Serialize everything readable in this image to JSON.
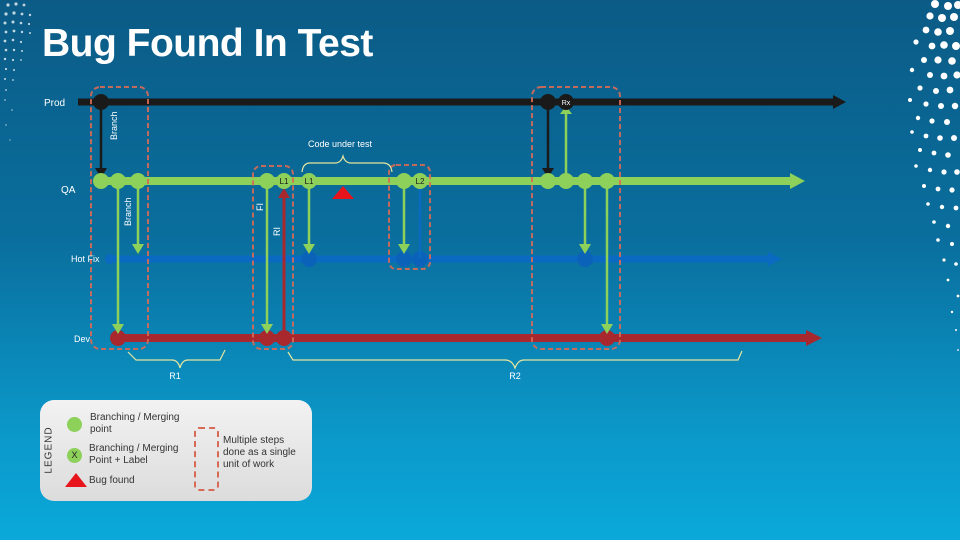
{
  "title": "Bug Found In Test",
  "colors": {
    "background_top": "#0b5b86",
    "background_bottom": "#0aa9da",
    "prod_line": "#1a1a1a",
    "qa_line": "#8dd05a",
    "hotfix_line": "#0a6ac2",
    "dev_line": "#a8282e",
    "bug_marker": "#e8141c",
    "group_box": "#d86a55",
    "brace": "#e6e6a0"
  },
  "lanes": [
    {
      "id": "prod",
      "label": "Prod"
    },
    {
      "id": "qa",
      "label": "QA"
    },
    {
      "id": "hotfix",
      "label": "Hot Fix"
    },
    {
      "id": "dev",
      "label": "Dev"
    }
  ],
  "arrows": {
    "prod_to_qa_branch": "Branch",
    "qa_to_hotfix_branch": "Branch",
    "fi": "FI",
    "ri": "RI"
  },
  "point_labels": {
    "l1_a": "L1",
    "l1_b": "L1",
    "l2": "L2",
    "rx": "Rx"
  },
  "annotations": {
    "code_under_test": "Code under test",
    "bug_found": "Bug found",
    "r1": "R1",
    "r2": "R2"
  },
  "legend": {
    "title": "LEGEND",
    "items": [
      {
        "icon": "green-circle-icon",
        "label": "Branching / Merging point"
      },
      {
        "icon": "labeled-circle-icon",
        "icon_text": "X",
        "label": "Branching / Merging Point + Label"
      },
      {
        "icon": "red-triangle-icon",
        "label": "Bug found"
      },
      {
        "icon": "dashed-box-icon",
        "label": "Multiple steps done as a single unit of work"
      }
    ]
  }
}
